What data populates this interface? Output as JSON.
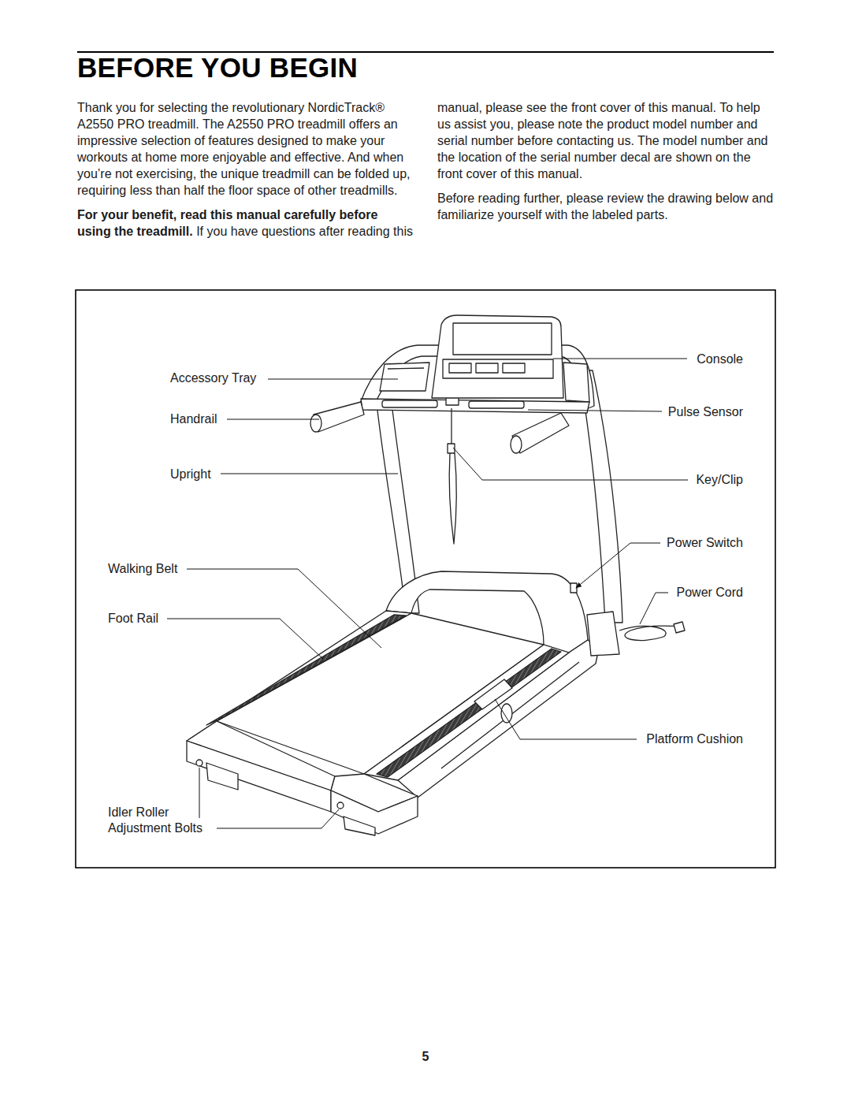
{
  "diagram": {
    "title": "BEFORE YOU BEGIN",
    "labels": [
      "Thank you for selecting the revolutionary NordicTrack® A2550 PRO treadmill. The A2550 PRO treadmill offers an impressive selection of features designed to make your workouts at home more enjoyable and effective. And when you’re not exercising, the unique treadmill can be folded up, requiring less than half the floor space of other treadmills.",
      "For your benefit, read this manual carefully before using the treadmill.",
      "If you have questions after reading this manual, please see the front cover of this manual. To help us assist you, please note the product model number and serial number before contacting us. The model number and the location of the serial number decal are shown on the front cover of this manual.",
      "Before reading further, please review the drawing below and familiarize yourself with the labeled parts.",
      "Accessory Tray",
      "Handrail",
      "Upright",
      "Walking Belt",
      "Foot Rail",
      "Idler Roller Adjustment Bolts",
      "Console",
      "Pulse Sensor",
      "Key/Clip",
      "Power Switch",
      "Power Cord",
      "Platform Cushion",
      "5"
    ]
  }
}
